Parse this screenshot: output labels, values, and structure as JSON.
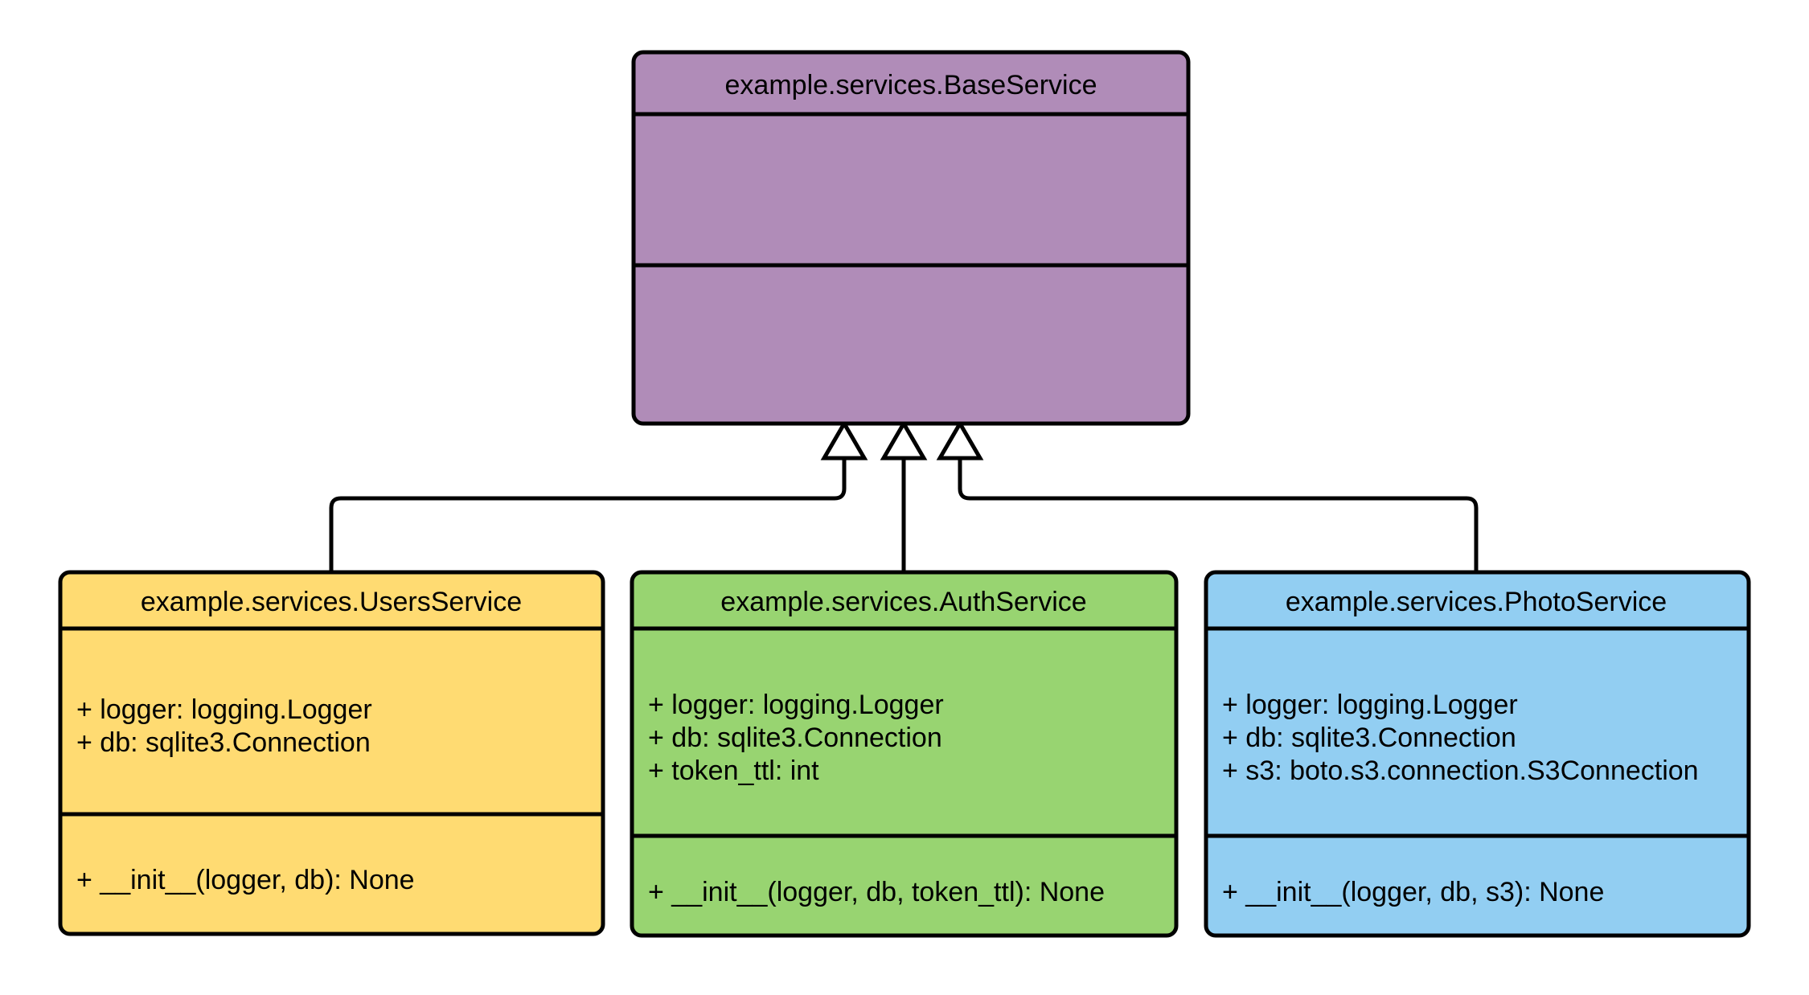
{
  "diagram": {
    "type": "uml-class-diagram",
    "relationship": "generalization",
    "background_color": "#ffffff",
    "line_color": "#000000",
    "classes": [
      {
        "id": "base-service",
        "name": "example.services.BaseService",
        "fill_color": "#b08cb8",
        "attributes": [],
        "methods": []
      },
      {
        "id": "users-service",
        "name": "example.services.UsersService",
        "fill_color": "#ffdb72",
        "attributes": [
          "+ logger: logging.Logger",
          "+ db: sqlite3.Connection"
        ],
        "methods": [
          "+ __init__(logger, db): None"
        ]
      },
      {
        "id": "auth-service",
        "name": "example.services.AuthService",
        "fill_color": "#98d471",
        "attributes": [
          "+ logger: logging.Logger",
          "+ db: sqlite3.Connection",
          "+ token_ttl: int"
        ],
        "methods": [
          "+ __init__(logger, db, token_ttl): None"
        ]
      },
      {
        "id": "photo-service",
        "name": "example.services.PhotoService",
        "fill_color": "#92cef2",
        "attributes": [
          "+ logger: logging.Logger",
          "+ db: sqlite3.Connection",
          "+ s3: boto.s3.connection.S3Connection"
        ],
        "methods": [
          "+ __init__(logger, db, s3): None"
        ]
      }
    ],
    "edges": [
      {
        "from": "users-service",
        "to": "base-service",
        "kind": "inheritance"
      },
      {
        "from": "auth-service",
        "to": "base-service",
        "kind": "inheritance"
      },
      {
        "from": "photo-service",
        "to": "base-service",
        "kind": "inheritance"
      }
    ]
  }
}
